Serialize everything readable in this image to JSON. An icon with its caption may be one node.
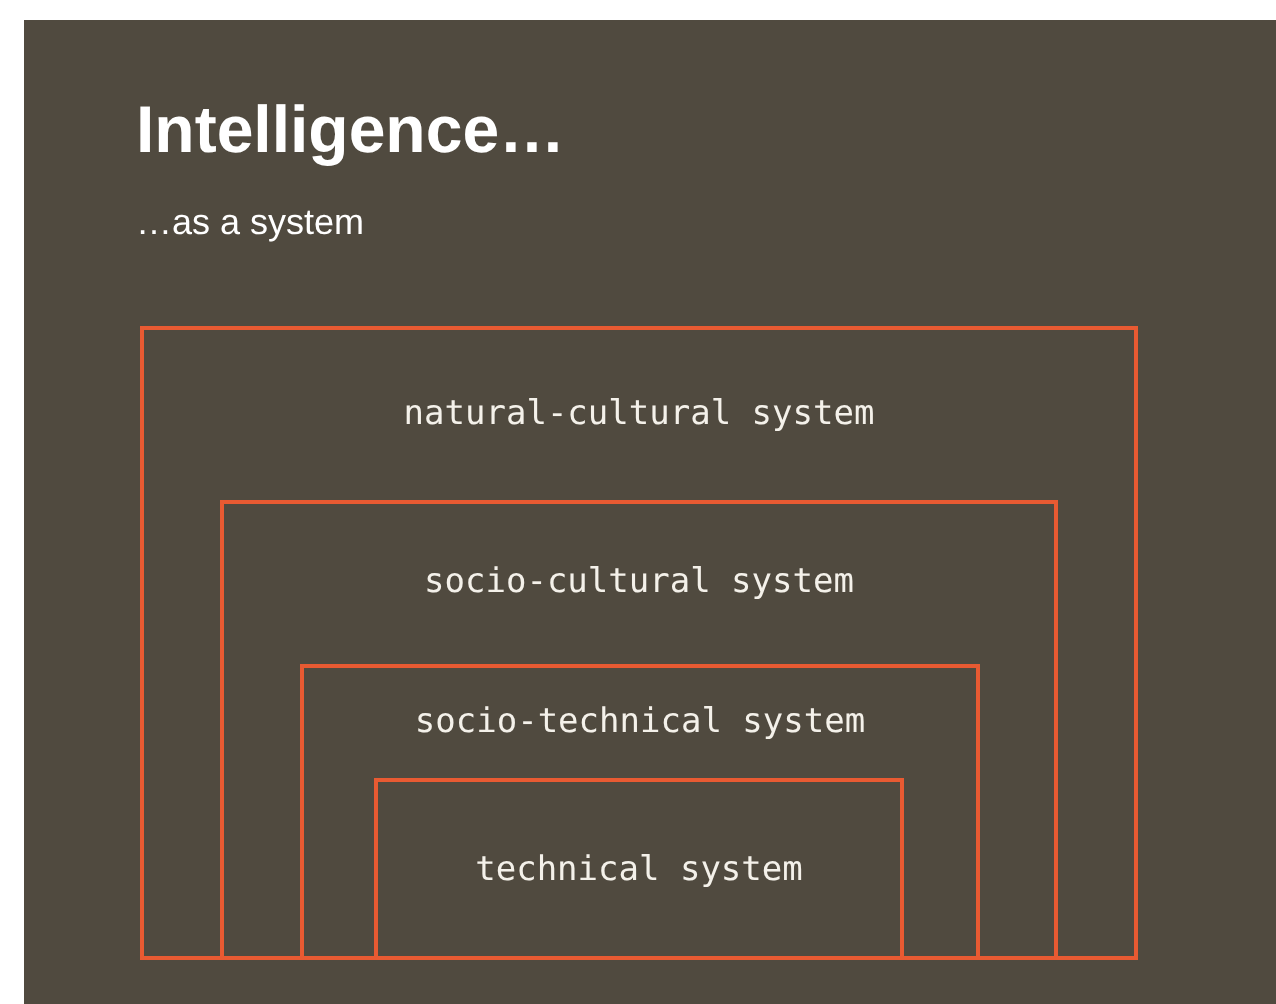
{
  "diagram": {
    "title": "Intelligence…",
    "nodes": [
      {
        "text": [
          "natural-cultural system"
        ]
      },
      {
        "text": [
          "socio-cultural system"
        ],
        "in": 0
      },
      {
        "text": [
          "socio-technical system"
        ],
        "in": 1
      },
      {
        "text": [
          "technical system"
        ],
        "in": 2
      }
    ],
    "labels": [
      "…as a system"
    ]
  }
}
